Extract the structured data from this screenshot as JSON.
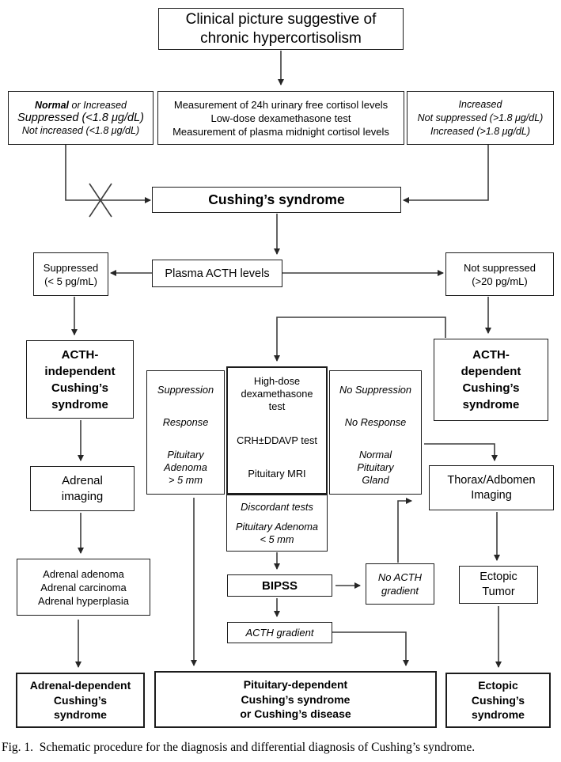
{
  "nodes": {
    "clinical_picture": {
      "lines": [
        "Clinical picture suggestive of",
        "chronic hypercortisolism"
      ]
    },
    "left_criteria": {
      "normal": "Normal",
      "normal_rest": " or Increased",
      "line2": "Suppressed (<1.8 μg/dL)",
      "line3": "Not increased (<1.8 μg/dL)"
    },
    "screening_tests": {
      "lines": [
        "Measurement of 24h urinary free cortisol levels",
        "Low-dose dexamethasone test",
        "Measurement of plasma midnight cortisol levels"
      ]
    },
    "right_criteria": {
      "lines": [
        "Increased",
        "Not suppressed (>1.8 μg/dL)",
        "Increased (>1.8 μg/dL)"
      ]
    },
    "cushings_syndrome": {
      "label": "Cushing’s syndrome"
    },
    "suppressed_acth": {
      "lines": [
        "Suppressed",
        "(< 5 pg/mL)"
      ]
    },
    "plasma_acth": {
      "label": "Plasma ACTH levels"
    },
    "not_suppressed_acth": {
      "lines": [
        "Not suppressed",
        "(>20 pg/mL)"
      ]
    },
    "acth_independent": {
      "lines": [
        "ACTH-",
        "independent",
        "Cushing’s",
        "syndrome"
      ]
    },
    "acth_dependent": {
      "lines": [
        "ACTH-",
        "dependent",
        "Cushing’s",
        "syndrome"
      ]
    },
    "suppression_column": {
      "top": "Suppression",
      "mid": "Response",
      "bottom": [
        "Pituitary",
        "Adenoma",
        "> 5 mm"
      ]
    },
    "tests_column": {
      "top": [
        "High-dose",
        "dexamethasone",
        "test"
      ],
      "mid": "CRH±DDAVP test",
      "bottom": "Pituitary MRI"
    },
    "no_suppression_column": {
      "top": "No Suppression",
      "mid": "No Response",
      "bottom": [
        "Normal",
        "Pituitary",
        "Gland"
      ]
    },
    "discordant": {
      "top": "Discordant tests",
      "bottom": [
        "Pituitary Adenoma",
        "< 5 mm"
      ]
    },
    "adrenal_imaging": {
      "lines": [
        "Adrenal",
        "imaging"
      ]
    },
    "thorax_imaging": {
      "lines": [
        "Thorax/Adbomen",
        "Imaging"
      ]
    },
    "adrenal_findings": {
      "lines": [
        "Adrenal adenoma",
        "Adrenal carcinoma",
        "Adrenal hyperplasia"
      ]
    },
    "bipss": {
      "label": "BIPSS"
    },
    "no_acth_gradient": {
      "lines": [
        "No ACTH",
        "gradient"
      ]
    },
    "ectopic_tumor": {
      "lines": [
        "Ectopic",
        "Tumor"
      ]
    },
    "acth_gradient": {
      "label": "ACTH gradient"
    },
    "adrenal_dependent": {
      "lines": [
        "Adrenal-dependent",
        "Cushing’s",
        "syndrome"
      ]
    },
    "pituitary_dependent": {
      "lines": [
        "Pituitary-dependent",
        "Cushing’s syndrome",
        "or Cushing’s disease"
      ]
    },
    "ectopic_cushings": {
      "lines": [
        "Ectopic",
        "Cushing’s",
        "syndrome"
      ]
    }
  },
  "caption": "Fig. 1.  Schematic procedure for the diagnosis and differential diagnosis of Cushing’s syndrome.",
  "colors": {
    "box_border": "#1c1c1c",
    "connector": "#3d3d3d",
    "arrowhead": "#262626",
    "text": "#000000",
    "background": "#ffffff"
  }
}
